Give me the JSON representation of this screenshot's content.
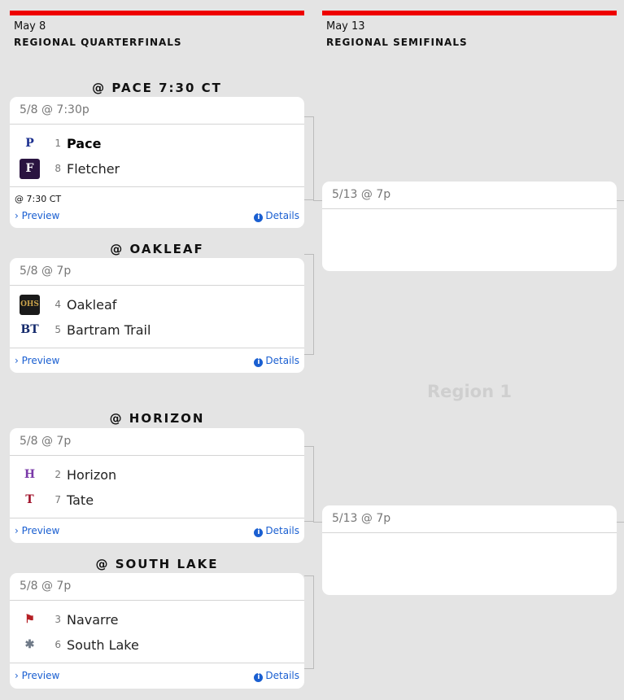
{
  "columns": [
    {
      "date": "May 8",
      "round": "REGIONAL QUARTERFINALS"
    },
    {
      "date": "May 13",
      "round": "REGIONAL SEMIFINALS"
    }
  ],
  "region_label": "Region 1",
  "quarterfinals": [
    {
      "location": "@ PACE 7:30 CT",
      "datetime": "5/8 @ 7:30p",
      "note": "@ 7:30 CT",
      "preview": "Preview",
      "details": "Details",
      "teams": [
        {
          "seed": "1",
          "name": "Pace",
          "logo": "P",
          "logo_bg": "#ffffff",
          "logo_fg": "#1b2f8f",
          "winner": true
        },
        {
          "seed": "8",
          "name": "Fletcher",
          "logo": "F",
          "logo_bg": "#2a1440",
          "logo_fg": "#ffffff",
          "winner": false
        }
      ]
    },
    {
      "location": "@ OAKLEAF",
      "datetime": "5/8 @ 7p",
      "preview": "Preview",
      "details": "Details",
      "teams": [
        {
          "seed": "4",
          "name": "Oakleaf",
          "logo": "OHS",
          "logo_bg": "#1a1a1a",
          "logo_fg": "#c9a24a",
          "winner": false
        },
        {
          "seed": "5",
          "name": "Bartram Trail",
          "logo": "BT",
          "logo_bg": "#ffffff",
          "logo_fg": "#13296b",
          "winner": false
        }
      ]
    },
    {
      "location": "@ HORIZON",
      "datetime": "5/8 @ 7p",
      "preview": "Preview",
      "details": "Details",
      "teams": [
        {
          "seed": "2",
          "name": "Horizon",
          "logo": "H",
          "logo_bg": "#ffffff",
          "logo_fg": "#7a3aa8",
          "winner": false
        },
        {
          "seed": "7",
          "name": "Tate",
          "logo": "T",
          "logo_bg": "#ffffff",
          "logo_fg": "#a0122a",
          "winner": false
        }
      ]
    },
    {
      "location": "@ SOUTH LAKE",
      "datetime": "5/8 @ 7p",
      "preview": "Preview",
      "details": "Details",
      "teams": [
        {
          "seed": "3",
          "name": "Navarre",
          "logo": "⚑",
          "logo_bg": "#ffffff",
          "logo_fg": "#b51f24",
          "winner": false
        },
        {
          "seed": "6",
          "name": "South Lake",
          "logo": "✱",
          "logo_bg": "#ffffff",
          "logo_fg": "#6f7a88",
          "winner": false
        }
      ]
    }
  ],
  "semifinals": [
    {
      "datetime": "5/13 @ 7p"
    },
    {
      "datetime": "5/13 @ 7p"
    }
  ],
  "colors": {
    "accent": "#ee0000",
    "link": "#1a5fd1"
  }
}
